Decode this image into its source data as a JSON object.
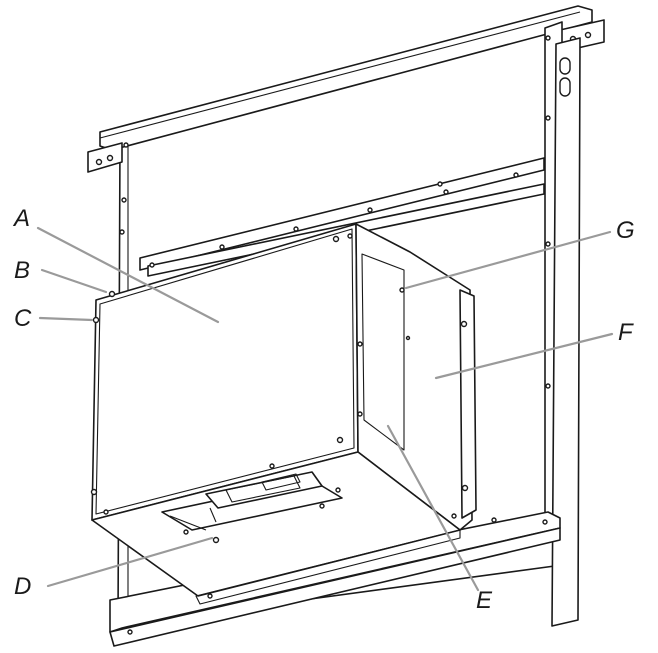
{
  "labels": {
    "a": "A",
    "b": "B",
    "c": "C",
    "d": "D",
    "e": "E",
    "f": "F",
    "g": "G"
  },
  "colors": {
    "line": "#1a1a1a",
    "leader": "#9a9a9a",
    "background": "#ffffff"
  }
}
